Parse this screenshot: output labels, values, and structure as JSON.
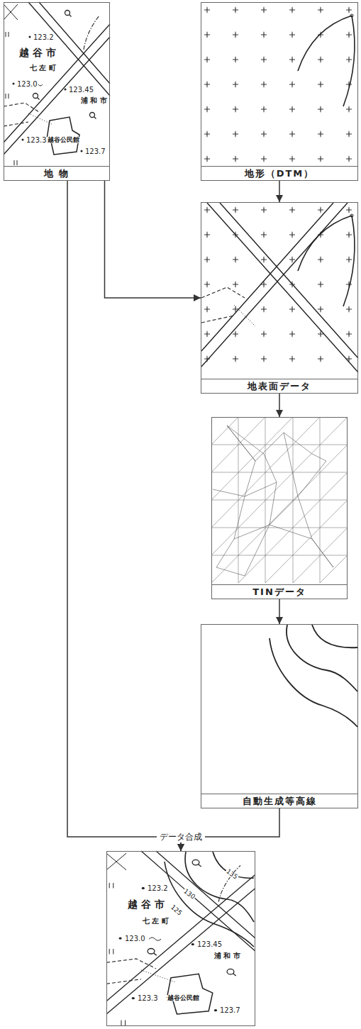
{
  "diagram": {
    "nodes": [
      {
        "text": [
          "地 物",
          "123.2",
          "越 谷 市",
          "七 左 町",
          "123.0",
          "123.45",
          "浦 和 市",
          "123.3",
          "越谷公民館",
          "123.7"
        ]
      },
      {
        "text": [
          "地形（DTM）"
        ]
      },
      {
        "text": [
          "地表面データ"
        ]
      },
      {
        "text": [
          "TINデータ"
        ]
      },
      {
        "text": [
          "自動生成等高線"
        ]
      },
      {
        "text": [
          "135",
          "130",
          "123.2",
          "125",
          "越 谷 市",
          "七 左 町",
          "123.0",
          "123.45",
          "浦 和 市",
          "123.3",
          "越谷公民館",
          "123.7"
        ]
      }
    ],
    "edges": [
      {
        "from": 1,
        "to": 2,
        "arrow": "to"
      },
      {
        "from": 0,
        "to": 2,
        "arrow": "to"
      },
      {
        "from": 2,
        "to": 3,
        "arrow": "to"
      },
      {
        "from": 3,
        "to": 4,
        "arrow": "to"
      },
      {
        "from": 0,
        "to": 5,
        "arrow": "to",
        "label": "データ合成"
      },
      {
        "from": 4,
        "to": 5,
        "arrow": "to"
      }
    ]
  }
}
